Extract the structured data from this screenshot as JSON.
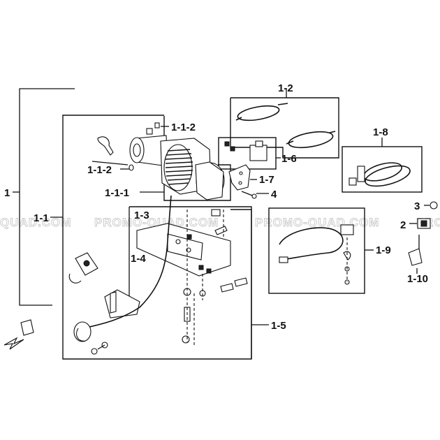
{
  "labels": {
    "l1": "1",
    "l1_1": "1-1",
    "l1_1_1": "1-1-1",
    "l1_1_2a": "1-1-2",
    "l1_1_2b": "1-1-2",
    "l1_2": "1-2",
    "l1_3": "1-3",
    "l1_4": "1-4",
    "l1_5": "1-5",
    "l1_6": "1-6",
    "l1_7": "1-7",
    "l1_8": "1-8",
    "l1_9": "1-9",
    "l1_10": "1-10",
    "l2": "2",
    "l3": "3",
    "l4": "4"
  },
  "watermarks": [
    "QUAD.COM",
    "PROMO-QUAD.COM",
    "PROMO-QUAD.COM",
    "PRO"
  ],
  "colors": {
    "line": "#111111",
    "watermark_stroke": "#c8c8c8",
    "background": "#ffffff"
  }
}
